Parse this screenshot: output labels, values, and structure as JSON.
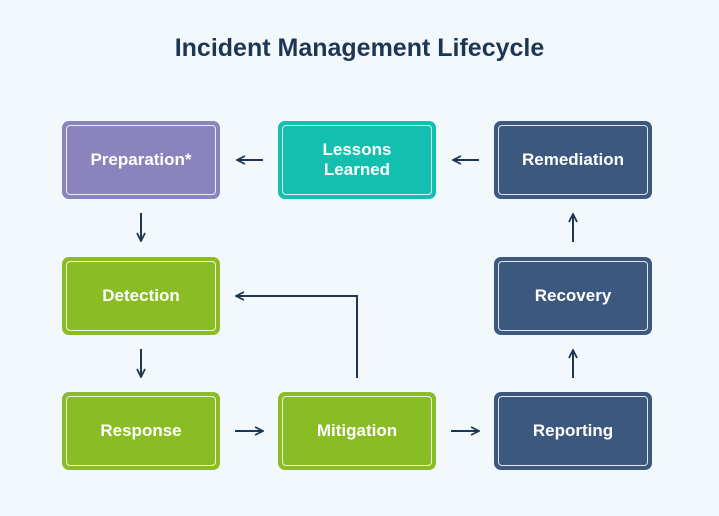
{
  "title": "Incident Management Lifecycle",
  "colors": {
    "purple": "#8b83be",
    "teal": "#13bfae",
    "green": "#8abd24",
    "navy": "#3c587e",
    "arrow": "#1d3653"
  },
  "stages": {
    "preparation": "Preparation*",
    "lessons_learned": "Lessons\nLearned",
    "remediation": "Remediation",
    "detection": "Detection",
    "recovery": "Recovery",
    "response": "Response",
    "mitigation": "Mitigation",
    "reporting": "Reporting"
  }
}
